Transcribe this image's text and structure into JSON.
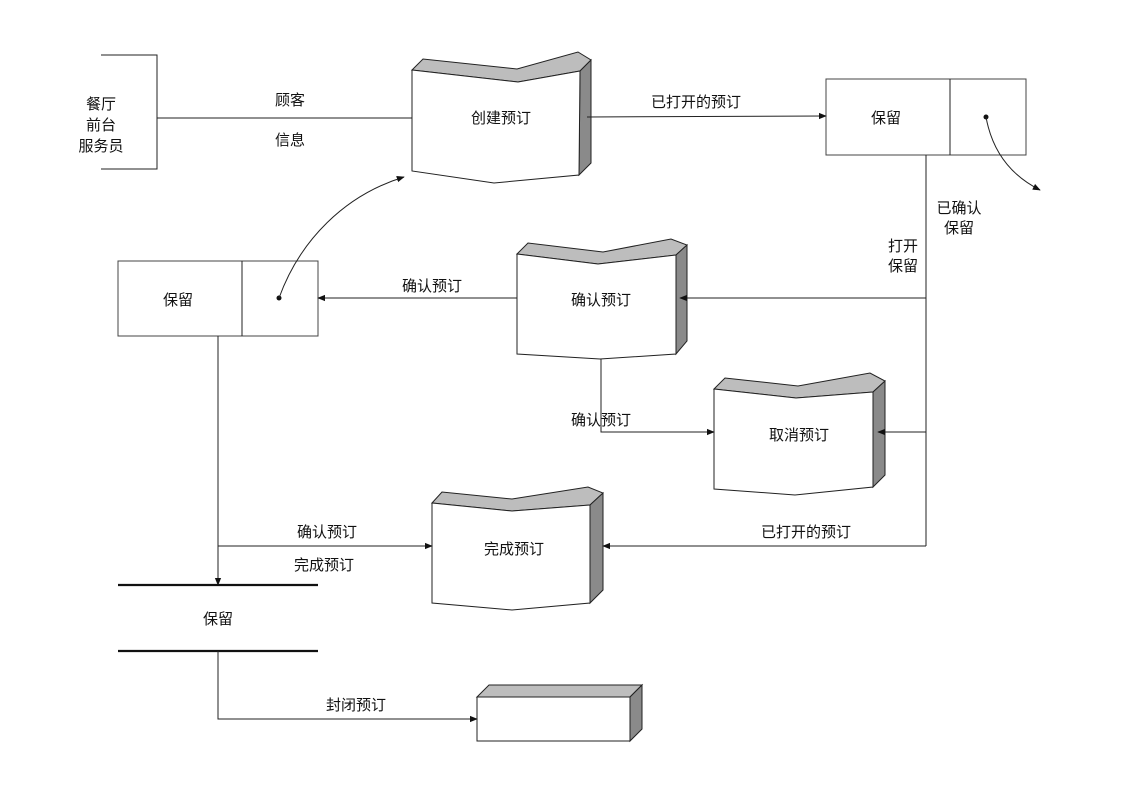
{
  "external_entity": {
    "lines": [
      "餐厅",
      "前台",
      "服务员"
    ]
  },
  "processes": {
    "create": "创建预订",
    "confirm": "确认预订",
    "cancel": "取消预订",
    "complete": "完成预订"
  },
  "stores": {
    "top_right": "保留",
    "left": "保留",
    "bottom": "保留"
  },
  "flow_labels": {
    "customer": "顾客",
    "info": "信息",
    "opened_reservation_top": "已打开的预订",
    "confirmed_hold_1": "已确认",
    "confirmed_hold_2": "保留",
    "open_hold_1": "打开",
    "open_hold_2": "保留",
    "confirm_to_store": "确认预订",
    "confirm_to_cancel": "确认预订",
    "confirm_to_complete": "确认预订",
    "complete_label": "完成预订",
    "opened_reservation_bottom": "已打开的预订",
    "close_reservation": "封闭预订"
  }
}
